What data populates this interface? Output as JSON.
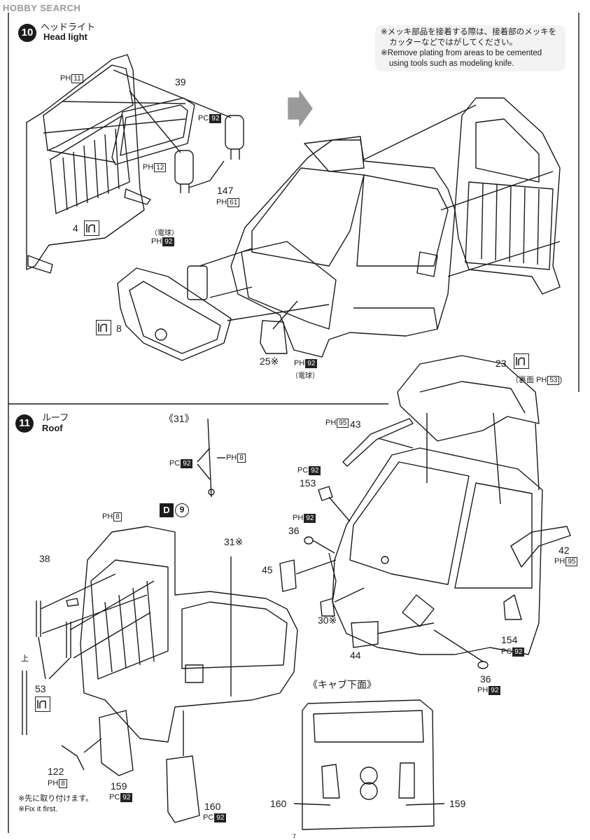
{
  "watermark": {
    "logo_text": "HOBBY SEARCH"
  },
  "step10": {
    "number": "10",
    "title_jp": "ヘッドライト",
    "title_en": "Head light",
    "note": {
      "line1": "※メッキ部品を接着する際は、接着部のメッキを",
      "line2": "カッターなどではがしてください。",
      "line3": "※Remove plating from areas to be cemented",
      "line4": "using tools such as modeling knife."
    },
    "parts": {
      "p39": "39",
      "p147": "147",
      "p4": "4",
      "p8": "8",
      "p25": "25※"
    },
    "materials": {
      "ph11": {
        "prefix": "PH",
        "code": "11"
      },
      "pc92": {
        "prefix": "PC",
        "code": "92"
      },
      "ph12": {
        "prefix": "PH",
        "code": "12"
      },
      "ph61": {
        "prefix": "PH",
        "code": "61"
      },
      "ph92a": {
        "prefix": "PH",
        "code": "92"
      },
      "ph92b": {
        "prefix": "PH",
        "code": "92"
      }
    },
    "bulb_a": "（電球）",
    "bulb_b": "（電球）"
  },
  "step11": {
    "number": "11",
    "title_jp": "ルーフ",
    "title_en": "Roof",
    "parts": {
      "p31_bracket": "《31》",
      "p23": "23",
      "p43": "43",
      "p153": "153",
      "p36a": "36",
      "p45": "45",
      "p42": "42",
      "p30": "30※",
      "p154": "154",
      "p44": "44",
      "p36b": "36",
      "p38": "38",
      "p31": "31※",
      "p53": "53",
      "p122": "122",
      "p159a": "159",
      "p159b": "159",
      "p160a": "160",
      "p160b": "160",
      "up": "上"
    },
    "d_badge": {
      "letter": "D",
      "num": "9"
    },
    "cab_under": "《キャブ下面》",
    "back_side": "（裏面",
    "materials": {
      "ph53": {
        "prefix": "PH",
        "code": "53"
      },
      "ph95a": {
        "prefix": "PH",
        "code": "95"
      },
      "ph95b": {
        "prefix": "PH",
        "code": "95"
      },
      "pc92a": {
        "prefix": "PC",
        "code": "92"
      },
      "pc92b": {
        "prefix": "PC",
        "code": "92"
      },
      "pc92c": {
        "prefix": "PC",
        "code": "92"
      },
      "pc92d": {
        "prefix": "PC",
        "code": "92"
      },
      "pc92e": {
        "prefix": "PC",
        "code": "92"
      },
      "ph92a": {
        "prefix": "PH",
        "code": "92"
      },
      "ph92b": {
        "prefix": "PH",
        "code": "92"
      },
      "ph8a": {
        "prefix": "PH",
        "code": "8"
      },
      "ph8b": {
        "prefix": "PH",
        "code": "8"
      },
      "ph8c": {
        "prefix": "PH",
        "code": "8"
      }
    },
    "footnote": {
      "jp": "※先に取り付けます。",
      "en": "※Fix it first."
    }
  },
  "page_number": "7"
}
